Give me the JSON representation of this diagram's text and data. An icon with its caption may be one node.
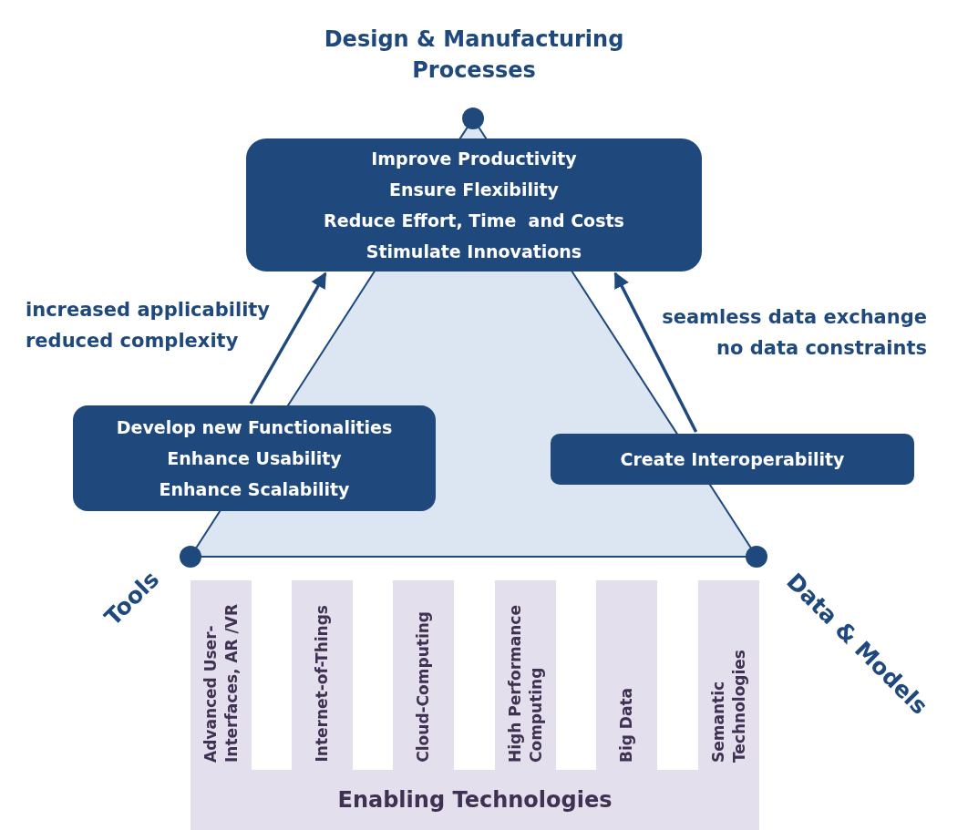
{
  "diagram": {
    "nodes": [
      {
        "text": [
          "Improve Productivity",
          "Ensure Flexibility",
          "Reduce Effort, Time  and Costs",
          "Stimulate Innovations"
        ]
      },
      {
        "text": [
          "Develop new Functionalities",
          "Enhance Usability",
          "Enhance Scalability"
        ]
      },
      {
        "text": [
          "Create Interoperability"
        ]
      },
      {
        "text": [
          "Enabling Technologies"
        ]
      },
      {
        "text": [
          "Advanced User-Interfaces, AR /VR"
        ],
        "in": 3
      },
      {
        "text": [
          "Internet-of-Things"
        ],
        "in": 3
      },
      {
        "text": [
          "Cloud-Computing"
        ],
        "in": 3
      },
      {
        "text": [
          "High Performance Computing"
        ],
        "in": 3
      },
      {
        "text": [
          "Big Data"
        ],
        "in": 3
      },
      {
        "text": [
          "Semantic Technologies"
        ],
        "in": 3
      }
    ],
    "edges": [
      {
        "from": 1,
        "to": 0,
        "arrow": "to",
        "label": "increased applicability reduced complexity"
      },
      {
        "from": 2,
        "to": 0,
        "arrow": "to",
        "label": "seamless data exchange no data constraints"
      }
    ],
    "labels": [
      "Design & Manufacturing Processes",
      "Tools",
      "Data & Models"
    ]
  }
}
